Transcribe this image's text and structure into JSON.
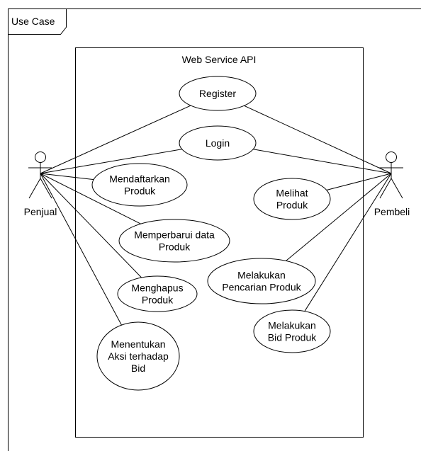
{
  "frame": {
    "label": "Use Case"
  },
  "system_boundary": {
    "title": "Web Service API"
  },
  "actors": [
    {
      "id": "penjual",
      "label": "Penjual"
    },
    {
      "id": "pembeli",
      "label": "Pembeli"
    }
  ],
  "use_cases": [
    {
      "id": "register",
      "lines": [
        "Register"
      ]
    },
    {
      "id": "login",
      "lines": [
        "Login"
      ]
    },
    {
      "id": "mendaftarkan",
      "lines": [
        "Mendaftarkan",
        "Produk"
      ]
    },
    {
      "id": "melihat",
      "lines": [
        "Melihat",
        "Produk"
      ]
    },
    {
      "id": "memperbarui",
      "lines": [
        "Memperbarui data",
        "Produk"
      ]
    },
    {
      "id": "pencarian",
      "lines": [
        "Melakukan",
        "Pencarian Produk"
      ]
    },
    {
      "id": "menghapus",
      "lines": [
        "Menghapus",
        "Produk"
      ]
    },
    {
      "id": "bid",
      "lines": [
        "Melakukan",
        "Bid Produk"
      ]
    },
    {
      "id": "aksi",
      "lines": [
        "Menentukan",
        "Aksi terhadap",
        "Bid"
      ]
    }
  ],
  "associations": [
    [
      "penjual",
      "register"
    ],
    [
      "penjual",
      "login"
    ],
    [
      "penjual",
      "mendaftarkan"
    ],
    [
      "penjual",
      "memperbarui"
    ],
    [
      "penjual",
      "menghapus"
    ],
    [
      "penjual",
      "aksi"
    ],
    [
      "pembeli",
      "register"
    ],
    [
      "pembeli",
      "login"
    ],
    [
      "pembeli",
      "melihat"
    ],
    [
      "pembeli",
      "pencarian"
    ],
    [
      "pembeli",
      "bid"
    ]
  ]
}
